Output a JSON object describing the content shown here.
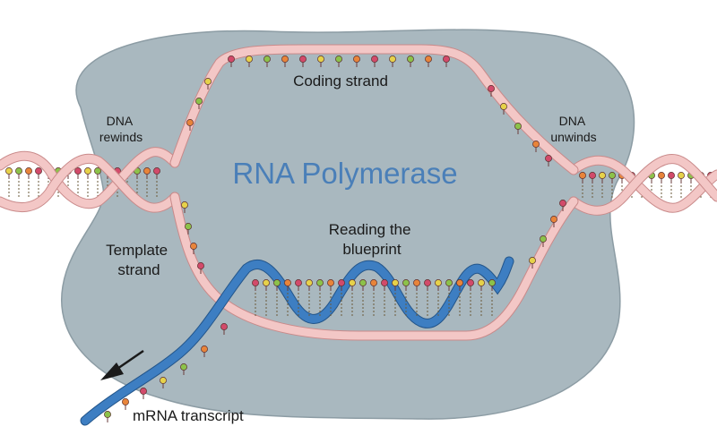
{
  "diagram": {
    "title": "RNA Polymerase",
    "labels": {
      "coding_strand": "Coding strand",
      "dna_rewinds": [
        "DNA",
        "rewinds"
      ],
      "dna_unwinds": [
        "DNA",
        "unwinds"
      ],
      "template_strand": [
        "Template",
        "strand"
      ],
      "reading_blueprint": [
        "Reading the",
        "blueprint"
      ],
      "mrna_transcript": "mRNA transcript"
    },
    "colors": {
      "enzyme": "#a9b8bf",
      "enzyme_edge": "#8c9ca4",
      "dna_strand": "#f3c7c6",
      "dna_strand_edge": "#c98a8a",
      "mrna_strand": "#3d7ec2",
      "mrna_strand_edge": "#23558a",
      "title": "#4a7fb8",
      "arrow": "#1a1a1a"
    },
    "base_colors": [
      "#d24a6a",
      "#e6d24a",
      "#8cc24a",
      "#e8843a"
    ],
    "icons": [
      "arrow-icon"
    ]
  }
}
